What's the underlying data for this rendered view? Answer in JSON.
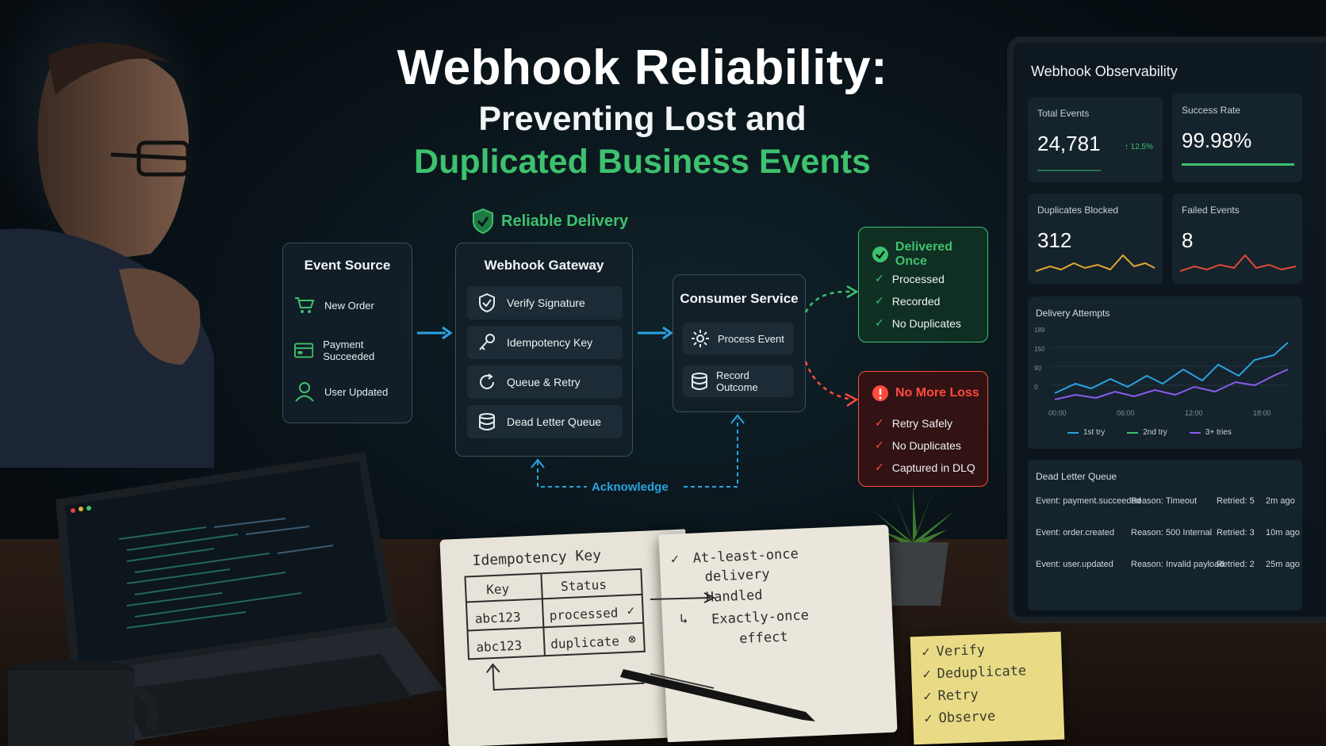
{
  "title": "Webhook Reliability:",
  "subtitle_line1": "Preventing Lost and",
  "subtitle_line2": "Duplicated Business Events",
  "badge": {
    "label": "Reliable Delivery",
    "icon": "shield-check-icon"
  },
  "event_source": {
    "title": "Event Source",
    "items": [
      {
        "label": "New Order",
        "icon": "cart-icon"
      },
      {
        "label": "Payment Succeeded",
        "icon": "payment-card-icon"
      },
      {
        "label": "User Updated",
        "icon": "user-icon"
      }
    ]
  },
  "gateway": {
    "title": "Webhook Gateway",
    "items": [
      {
        "label": "Verify Signature",
        "icon": "shield-icon"
      },
      {
        "label": "Idempotency Key",
        "icon": "key-icon"
      },
      {
        "label": "Queue & Retry",
        "icon": "refresh-icon"
      },
      {
        "label": "Dead Letter Queue",
        "icon": "database-icon"
      }
    ]
  },
  "consumer": {
    "title": "Consumer Service",
    "items": [
      {
        "label": "Process Event",
        "icon": "gear-icon"
      },
      {
        "label": "Record Outcome",
        "icon": "database-icon"
      }
    ]
  },
  "acknowledge_label": "Acknowledge",
  "delivered_once": {
    "title": "Delivered Once",
    "items": [
      "Processed",
      "Recorded",
      "No Duplicates"
    ],
    "color": "#3ec16e"
  },
  "no_more_loss": {
    "title": "No More Loss",
    "items": [
      "Retry Safely",
      "No Duplicates",
      "Captured in DLQ"
    ],
    "color": "#ff4a3d"
  },
  "dashboard": {
    "title": "Webhook Observability",
    "total_events": {
      "label": "Total Events",
      "value": "24,781",
      "delta": "↑ 12.5%"
    },
    "success_rate": {
      "label": "Success Rate",
      "value": "99.98%"
    },
    "duplicates_blocked": {
      "label": "Duplicates Blocked",
      "value": "312"
    },
    "failed_events": {
      "label": "Failed Events",
      "value": "8"
    },
    "delivery_attempts": {
      "label": "Delivery Attempts",
      "y_ticks": [
        "189",
        "150",
        "90",
        "0"
      ],
      "x_ticks": [
        "00:00",
        "06:00",
        "12:00",
        "18:00"
      ],
      "legend": [
        {
          "name": "1st try",
          "color": "#2aa3e0"
        },
        {
          "name": "2nd try",
          "color": "#3ec16e"
        },
        {
          "name": "3+ tries",
          "color": "#8a5cf0"
        }
      ]
    },
    "dead_letter_queue": {
      "label": "Dead Letter Queue",
      "rows": [
        {
          "event": "Event: payment.succeeded",
          "reason": "Reason: Timeout",
          "retried": "Retried: 5",
          "age": "2m ago"
        },
        {
          "event": "Event: order.created",
          "reason": "Reason: 500 Internal",
          "retried": "Retried: 3",
          "age": "10m ago"
        },
        {
          "event": "Event: user.updated",
          "reason": "Reason: Invalid payload",
          "retried": "Retried: 2",
          "age": "25m ago"
        }
      ]
    }
  },
  "notebook": {
    "heading": "Idempotency Key",
    "col_key": "Key",
    "col_status": "Status",
    "rows": [
      {
        "key": "abc123",
        "status": "processed"
      },
      {
        "key": "abc123",
        "status": "duplicate"
      }
    ],
    "notes": [
      "At-least-once",
      "delivery",
      "Handled",
      "Exactly-once",
      "effect"
    ]
  },
  "sticky_note": [
    "Verify",
    "Deduplicate",
    "Retry",
    "Observe"
  ]
}
